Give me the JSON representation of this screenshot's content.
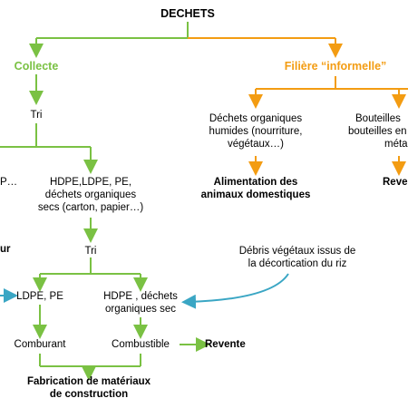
{
  "root": "DECHETS",
  "left_branch": {
    "title": "Collecte",
    "tri_1": "Tri",
    "cut_left": "P…",
    "hdpe_group": [
      "HDPE,LDPE, PE,",
      "déchets organiques",
      "secs (carton, papier…)"
    ],
    "tri_2": "Tri",
    "cut_left_2": "ur",
    "ldpe": "LDPE, PE",
    "hdpe_sec": [
      "HDPE , déchets",
      "organiques sec"
    ],
    "comburant": "Comburant",
    "combustible": "Combustible",
    "revente": "Revente",
    "fabrication": [
      "Fabrication de matériaux",
      "de construction"
    ]
  },
  "right_branch": {
    "title": "Filière “informelle”",
    "humides": [
      "Déchets organiques",
      "humides (nourriture,",
      "végétaux…)"
    ],
    "alimentation": [
      "Alimentation des",
      "animaux domestiques"
    ],
    "bouteilles": [
      "Bouteilles",
      "bouteilles en",
      "méta"
    ],
    "revente": "Reven"
  },
  "debris": [
    "Débris végétaux issus de",
    "la décortication du riz"
  ],
  "colors": {
    "green": "#7ac143",
    "orange": "#f39c12",
    "blue": "#3aa6c4"
  }
}
